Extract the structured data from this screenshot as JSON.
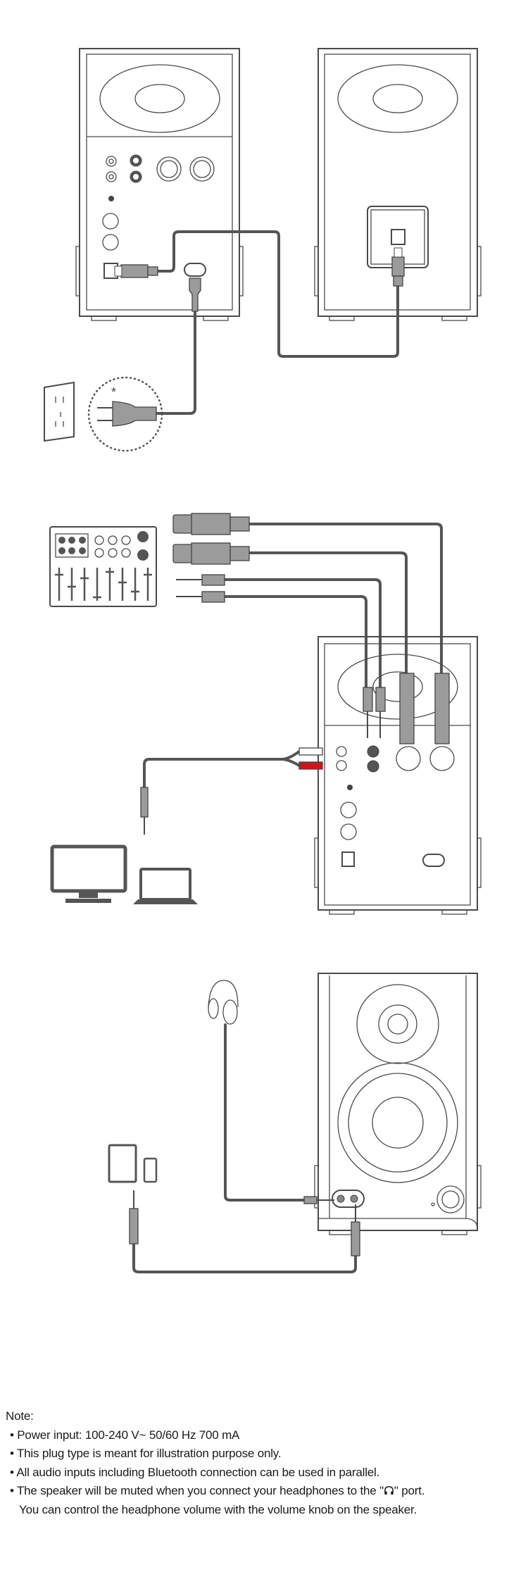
{
  "diagram": {
    "section1_marker": "*",
    "colors": {
      "cable": "#555555",
      "plug": "#9b9b9b",
      "outline": "#4a4a4a",
      "rca_red": "#d0141b"
    }
  },
  "notes": {
    "title": "Note:",
    "bullet": "•",
    "items": [
      "Power input: 100-240 V~ 50/60 Hz 700 mA",
      "This plug type is meant for illustration purpose only.",
      "All audio inputs including Bluetooth connection can be used in parallel."
    ],
    "headphone_note_pre": "The speaker will be muted when you connect your headphones to the \"",
    "headphone_note_icon": "headphone-icon",
    "headphone_note_post": "\" port.",
    "headphone_note_cont": "You can control the headphone volume with the volume knob on the speaker."
  }
}
